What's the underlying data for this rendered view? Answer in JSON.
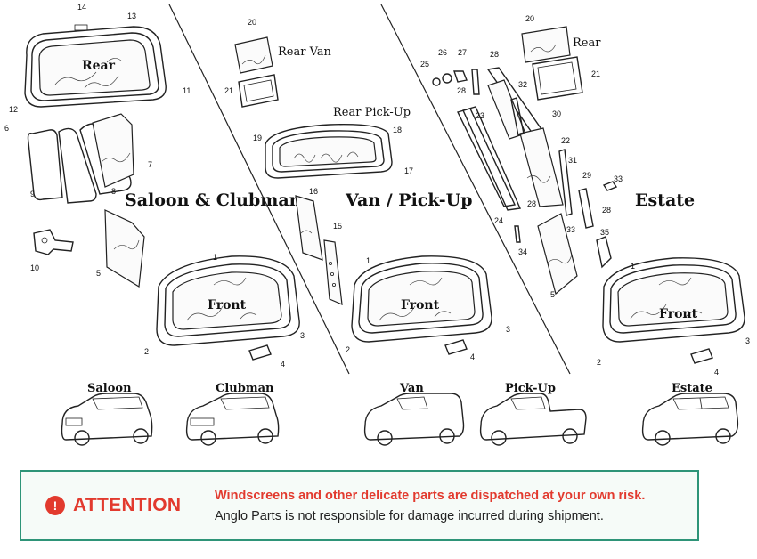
{
  "diagram": {
    "sections": {
      "saloon_clubman": "Saloon & Clubman",
      "van_pickup": "Van / Pick-Up",
      "estate": "Estate"
    },
    "subtitles": {
      "rear_van": "Rear Van",
      "rear_pickup": "Rear Pick-Up",
      "estate_rear": "Rear"
    },
    "glass_labels": {
      "saloon_rear": "Rear",
      "saloon_front": "Front",
      "van_front": "Front",
      "estate_front": "Front"
    },
    "cars": {
      "saloon": "Saloon",
      "clubman": "Clubman",
      "van": "Van",
      "pickup": "Pick-Up",
      "estate": "Estate"
    },
    "part_numbers": {
      "n14": "14",
      "n13": "13",
      "n11": "11",
      "n12": "12",
      "n6": "6",
      "n7": "7",
      "n8": "8",
      "n9": "9",
      "n10": "10",
      "n5a": "5",
      "n1a": "1",
      "n2a": "2",
      "n3a": "3",
      "n4a": "4",
      "n20a": "20",
      "n21a": "21",
      "n19": "19",
      "n18": "18",
      "n17": "17",
      "n16": "16",
      "n15": "15",
      "n1b": "1",
      "n2b": "2",
      "n3b": "3",
      "n4b": "4",
      "n20b": "20",
      "n21b": "21",
      "n25": "25",
      "n26": "26",
      "n27": "27",
      "n28a": "28",
      "n28b": "28",
      "n32": "32",
      "n23": "23",
      "n30": "30",
      "n22": "22",
      "n31": "31",
      "n29": "29",
      "n33a": "33",
      "n28c": "28",
      "n24": "24",
      "n33b": "33",
      "n28d": "28",
      "n35": "35",
      "n34": "34",
      "n5b": "5",
      "n1c": "1",
      "n2c": "2",
      "n3c": "3",
      "n4c": "4"
    }
  },
  "attention": {
    "icon": "warning-icon",
    "icon_glyph": "!",
    "label": "ATTENTION",
    "line1": "Windscreens and other delicate parts are dispatched at your own risk.",
    "line2": "Anglo Parts is not responsible for damage incurred during shipment.",
    "colors": {
      "accent": "#e23a2e",
      "border": "#2e9478",
      "background": "#f6fbf8"
    }
  }
}
